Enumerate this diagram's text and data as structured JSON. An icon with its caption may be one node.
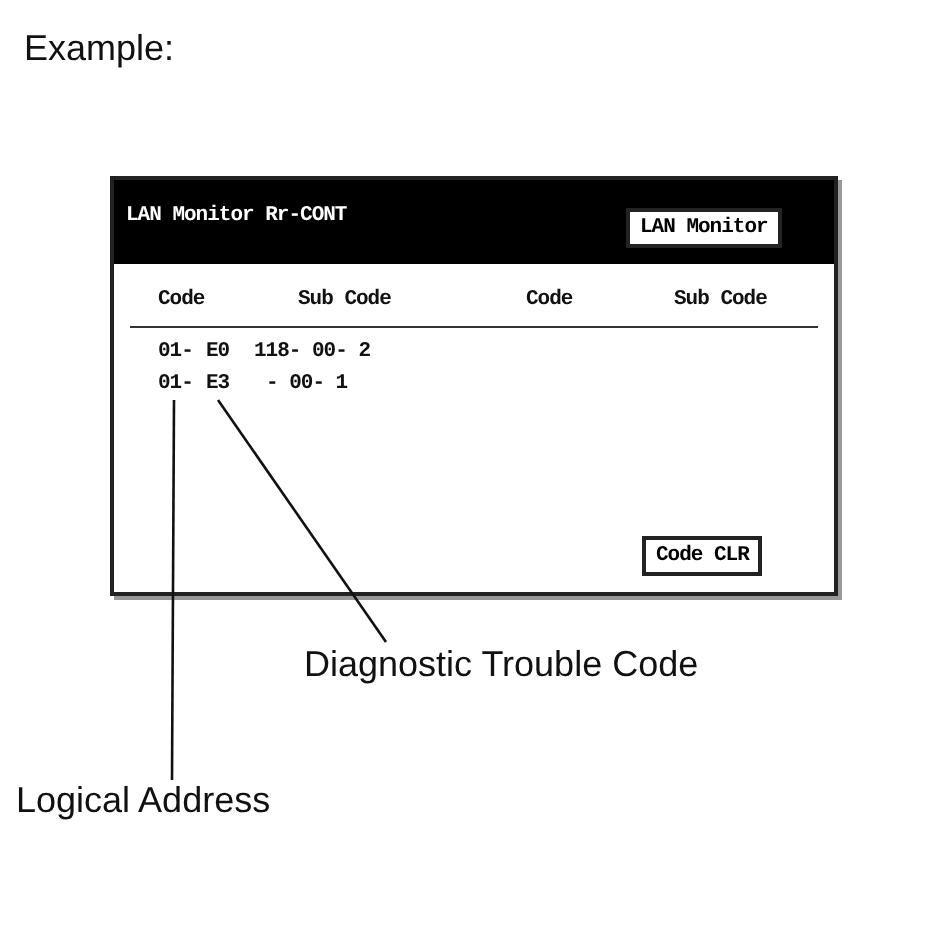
{
  "diagram": {
    "nodes": [
      {
        "text": [
          "01-"
        ]
      },
      {
        "text": [
          "E3"
        ]
      },
      {
        "text": [
          "Diagnostic Trouble Code"
        ]
      },
      {
        "text": [
          "Logical Address"
        ]
      }
    ],
    "edges": [
      {
        "from": 3,
        "to": 0,
        "arrow": "none"
      },
      {
        "from": 2,
        "to": 1,
        "arrow": "none"
      }
    ],
    "labels": [
      "Example:",
      "LAN Monitor Rr-CONT",
      "LAN Monitor",
      "Code",
      "Sub Code",
      "Code",
      "Sub Code",
      "01-",
      "E0",
      "118- 00- 2",
      "- 00- 1",
      "Code CLR"
    ]
  }
}
